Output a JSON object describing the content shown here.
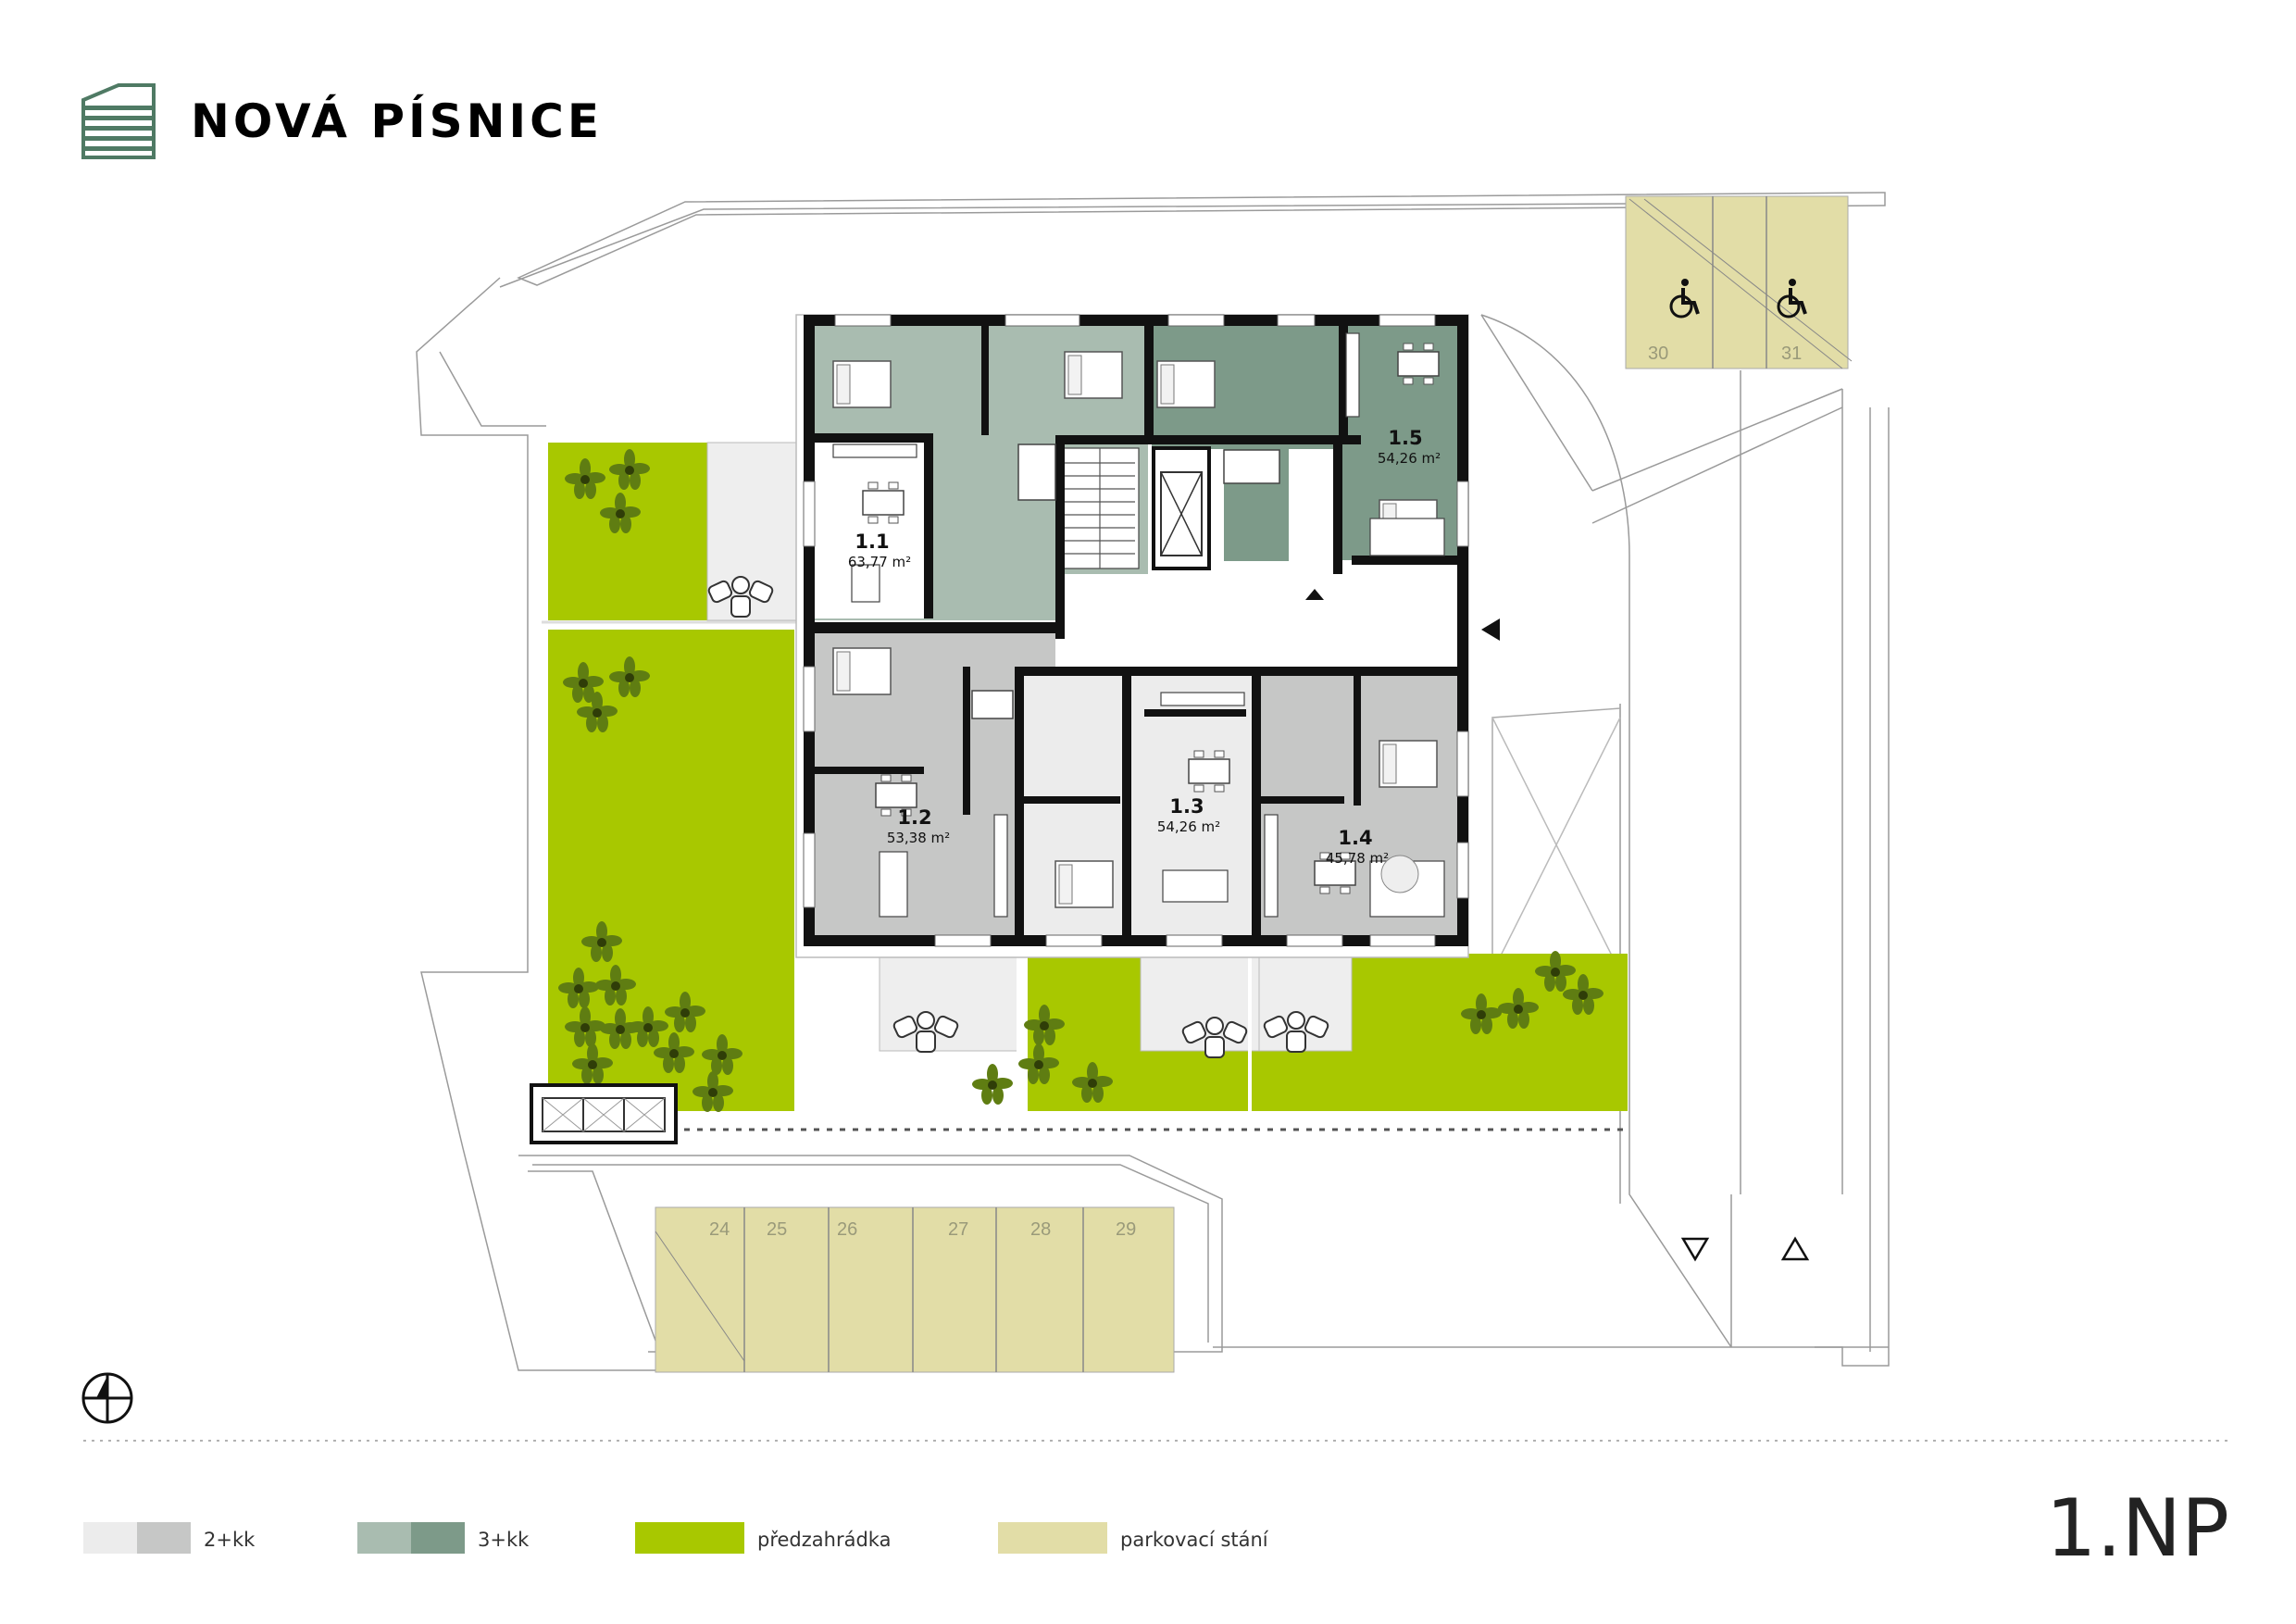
{
  "header": {
    "title": "NOVÁ PÍSNICE",
    "logo_icon": "building-stripes-icon"
  },
  "colors": {
    "two_kk_light": "#ececec",
    "two_kk_dark": "#c6c7c6",
    "three_kk_light": "#a9bcb0",
    "three_kk_dark": "#7d9a89",
    "garden": "#a8c800",
    "parking": "#e2dda7",
    "brand": "#4f7a64"
  },
  "units": [
    {
      "id": "1.1",
      "area": "63,77 m²",
      "type": "3+kk"
    },
    {
      "id": "1.2",
      "area": "53,38 m²",
      "type": "2+kk"
    },
    {
      "id": "1.3",
      "area": "54,26 m²",
      "type": "2+kk"
    },
    {
      "id": "1.4",
      "area": "45,78 m²",
      "type": "2+kk"
    },
    {
      "id": "1.5",
      "area": "54,26 m²",
      "type": "3+kk"
    }
  ],
  "parking": {
    "bottom": [
      "24",
      "25",
      "26",
      "27",
      "28",
      "29"
    ],
    "top": [
      "30",
      "31"
    ],
    "accessible_icon": "wheelchair-icon"
  },
  "compass_icon": "north-arrow-icon",
  "legend": [
    {
      "label": "2+kk",
      "swatch": "two_kk"
    },
    {
      "label": "3+kk",
      "swatch": "three_kk"
    },
    {
      "label": "předzahrádka",
      "swatch": "garden"
    },
    {
      "label": "parkovací stání",
      "swatch": "parking"
    }
  ],
  "floor": "1.NP"
}
